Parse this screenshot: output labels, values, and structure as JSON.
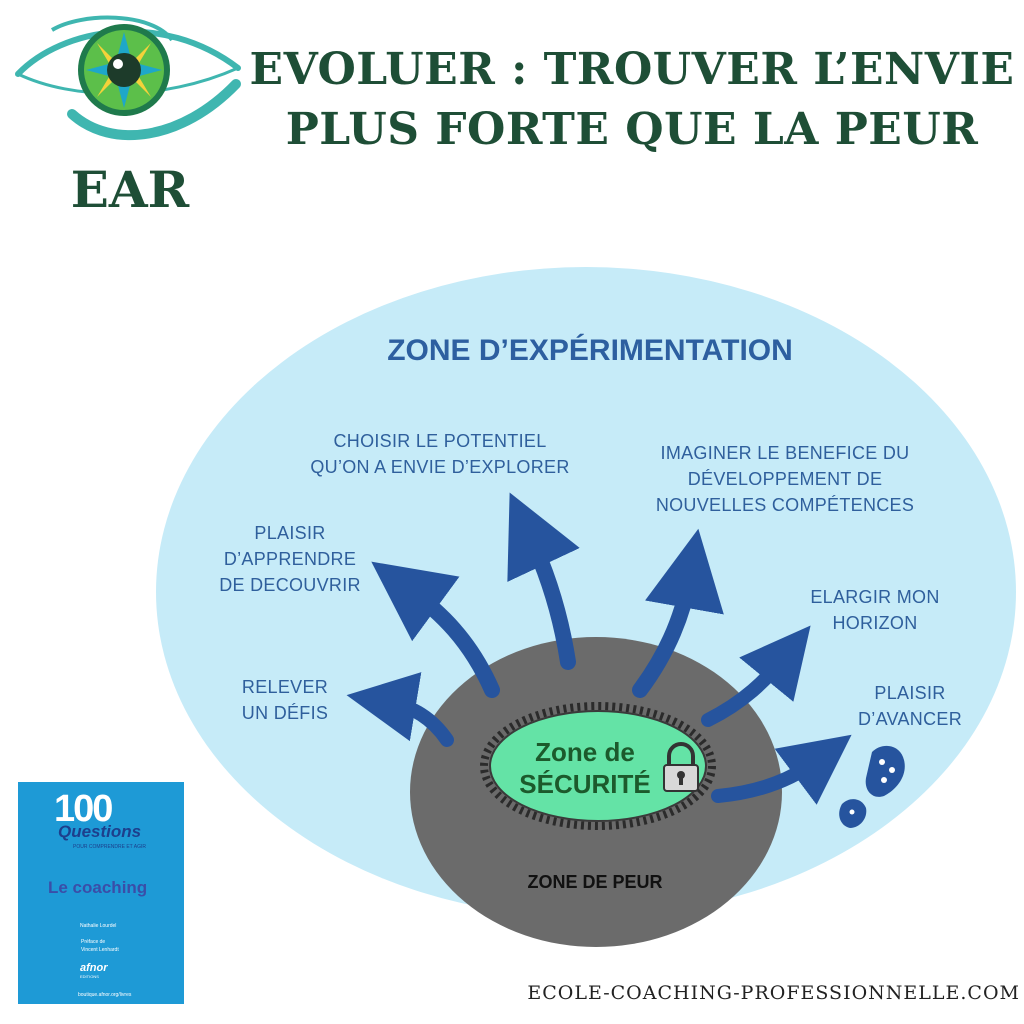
{
  "header": {
    "title_line1": "EVOLUER : TROUVER L’ENVIE",
    "title_line2": "PLUS FORTE QUE LA PEUR",
    "brand": "EAR"
  },
  "zones": {
    "experimentation": "ZONE D’EXPÉRIMENTATION",
    "peur": "ZONE DE PEUR",
    "securite_line1": "Zone de",
    "securite_line2": "SÉCURITÉ"
  },
  "callouts": {
    "choisir": [
      "CHOISIR LE POTENTIEL",
      "QU’ON A ENVIE D’EXPLORER"
    ],
    "imaginer": [
      "IMAGINER LE BENEFICE DU",
      "DÉVELOPPEMENT DE",
      "NOUVELLES COMPÉTENCES"
    ],
    "plaisir_apprendre": [
      "PLAISIR",
      "D’APPRENDRE",
      "DE DECOUVRIR"
    ],
    "elargir": [
      "ELARGIR MON",
      "HORIZON"
    ],
    "relever": [
      "RELEVER",
      "UN DÉFIS"
    ],
    "plaisir_avancer": [
      "PLAISIR",
      "D’AVANCER"
    ]
  },
  "book": {
    "number": "100",
    "questions": "Questions",
    "subtitle": "POUR COMPRENDRE ET AGIR",
    "title": "Le coaching",
    "author": "Nathalie Lourdel",
    "preface_line1": "Préface de",
    "preface_line2": "Vincent Lenhardt",
    "publisher": "afnor",
    "publisher_sub": "EDITIONS",
    "url": "boutique.afnor.org/livres"
  },
  "footer": "ECOLE-COACHING-PROFESSIONNELLE.COM",
  "colors": {
    "title_green": "#1e4e36",
    "outer_zone": "#c6ebf8",
    "fear_zone": "#6b6b6b",
    "safety_zone": "#64e3a6",
    "arrow_blue": "#26549e",
    "label_blue": "#2f5f9c",
    "book_blue": "#1e9ad6"
  },
  "icons": [
    "eye-logo-icon",
    "padlock-icon",
    "footprint-icon"
  ]
}
